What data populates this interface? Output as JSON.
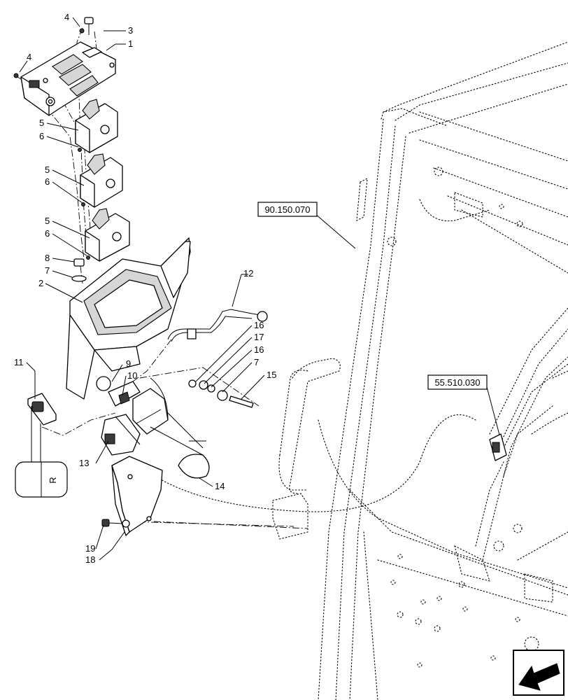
{
  "callouts": {
    "c1": "1",
    "c2": "2",
    "c3": "3",
    "c4a": "4",
    "c4b": "4",
    "c5a": "5",
    "c5b": "5",
    "c5c": "5",
    "c6a": "6",
    "c6b": "6",
    "c6c": "6",
    "c7a": "7",
    "c7b": "7",
    "c8": "8",
    "c9": "9",
    "c10": "10",
    "c11": "11",
    "c12": "12",
    "c13": "13",
    "c14": "14",
    "c15": "15",
    "c16a": "16",
    "c16b": "16",
    "c17": "17",
    "c18": "18",
    "c19": "19"
  },
  "references": {
    "cab_frame": "90.150.070",
    "harness": "55.510.030"
  },
  "decal_letter": "R",
  "icons": {
    "nav": "arrow-down-left-icon"
  }
}
